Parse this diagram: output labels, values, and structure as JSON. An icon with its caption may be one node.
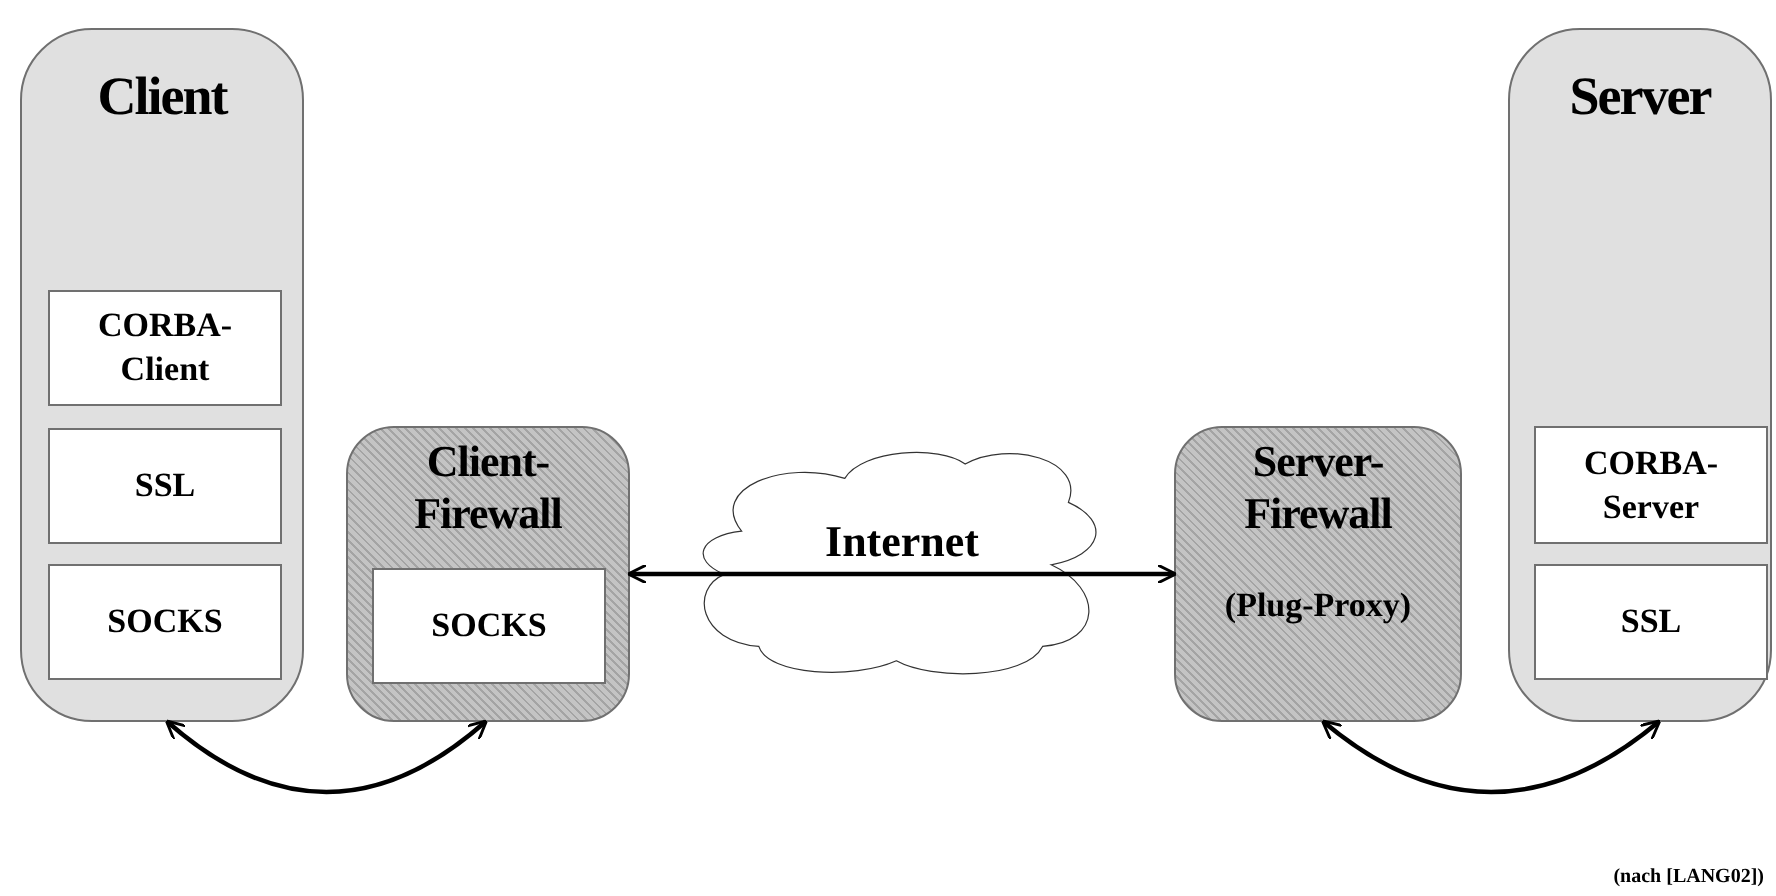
{
  "diagram": {
    "nodes": [
      {
        "text": [
          "Client"
        ]
      },
      {
        "text": [
          "CORBA-Client"
        ],
        "in": 0
      },
      {
        "text": [
          "SSL"
        ],
        "in": 0
      },
      {
        "text": [
          "SOCKS"
        ],
        "in": 0
      },
      {
        "text": [
          "Client-Firewall"
        ]
      },
      {
        "text": [
          "SOCKS"
        ],
        "in": 4
      },
      {
        "text": [
          "Server-Firewall",
          "(Plug-Proxy)"
        ]
      },
      {
        "text": [
          "Server"
        ]
      },
      {
        "text": [
          "CORBA-Server"
        ],
        "in": 7
      },
      {
        "text": [
          "SSL"
        ],
        "in": 7
      }
    ],
    "edges": [
      {
        "from": 4,
        "to": 6,
        "arrow": "both",
        "label": "Internet"
      },
      {
        "from": 0,
        "to": 4,
        "arrow": "both"
      },
      {
        "from": 6,
        "to": 7,
        "arrow": "both"
      }
    ],
    "labels": [
      "(nach [LANG02])"
    ]
  }
}
